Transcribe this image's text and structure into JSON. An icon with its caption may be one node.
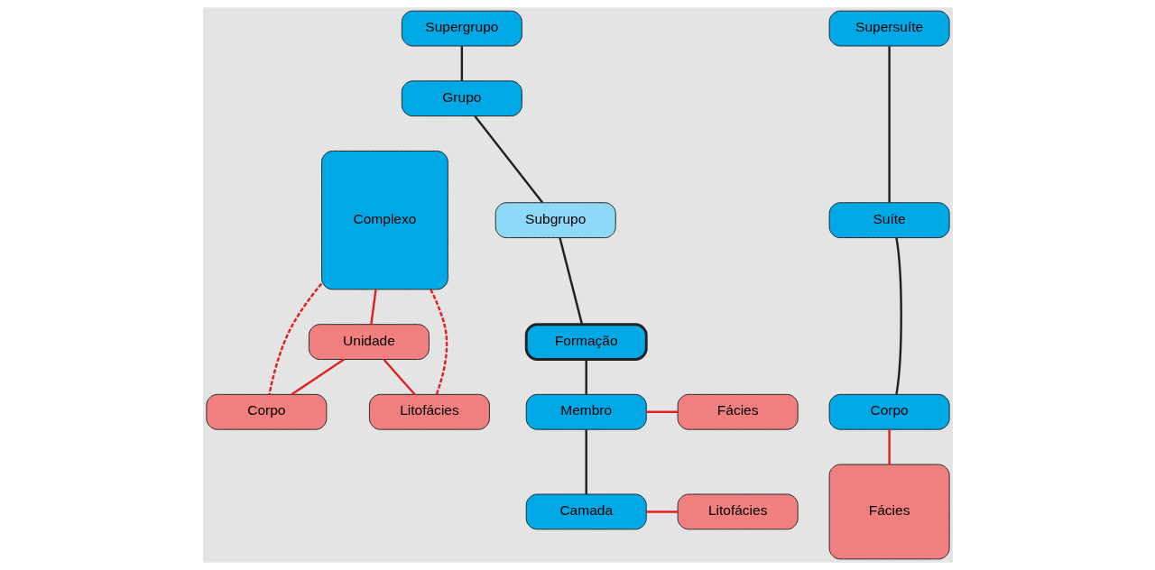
{
  "diagram": {
    "nodes": [
      {
        "text": [
          "Complexo"
        ]
      },
      {
        "text": [
          "Unidade"
        ]
      },
      {
        "text": [
          "Corpo"
        ]
      },
      {
        "text": [
          "Litofácies"
        ]
      },
      {
        "text": [
          "Supergrupo"
        ]
      },
      {
        "text": [
          "Grupo"
        ]
      },
      {
        "text": [
          "Subgrupo"
        ]
      },
      {
        "text": [
          "Formação"
        ]
      },
      {
        "text": [
          "Fácies"
        ]
      },
      {
        "text": [
          "Membro"
        ]
      },
      {
        "text": [
          "Litofácies"
        ]
      },
      {
        "text": [
          "Camada"
        ]
      },
      {
        "text": [
          "Supersuíte"
        ]
      },
      {
        "text": [
          "Suíte"
        ]
      },
      {
        "text": [
          "Corpo"
        ]
      },
      {
        "text": [
          "Fácies"
        ]
      }
    ],
    "edges": [
      {
        "from": 0,
        "to": 1,
        "arrow": "none"
      },
      {
        "from": 1,
        "to": 2,
        "arrow": "none"
      },
      {
        "from": 1,
        "to": 3,
        "arrow": "none"
      },
      {
        "from": 0,
        "to": 2,
        "arrow": "none",
        "style": "dashed"
      },
      {
        "from": 0,
        "to": 3,
        "arrow": "none",
        "style": "dashed"
      },
      {
        "from": 4,
        "to": 5,
        "arrow": "none",
        "color": "#222222"
      },
      {
        "from": 5,
        "to": 6,
        "arrow": "none",
        "color": "#222222"
      },
      {
        "from": 6,
        "to": 7,
        "arrow": "none",
        "color": "#222222"
      },
      {
        "from": 7,
        "to": 9,
        "arrow": "none",
        "color": "#222222"
      },
      {
        "from": 9,
        "to": 8,
        "arrow": "none"
      },
      {
        "from": 9,
        "to": 11,
        "arrow": "none",
        "color": "#222222"
      },
      {
        "from": 11,
        "to": 10,
        "arrow": "none"
      },
      {
        "from": 12,
        "to": 13,
        "arrow": "none",
        "color": "#222222"
      },
      {
        "from": 13,
        "to": 14,
        "arrow": "none",
        "color": "#222222"
      },
      {
        "from": 14,
        "to": 15,
        "arrow": "none"
      }
    ]
  }
}
